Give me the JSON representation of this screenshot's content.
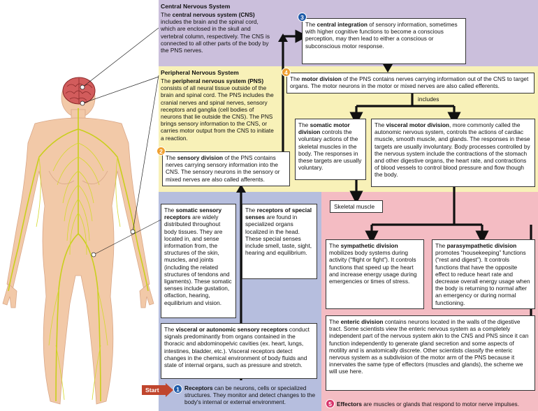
{
  "colors": {
    "cns_bg": "#cbbfdc",
    "pns_bg": "#f8f1b8",
    "sensory_bg": "#b6bede",
    "effector_bg": "#f4bcc3",
    "skin": "#f2c9a8",
    "nerve": "#d4d92c",
    "brain": "#d25c5c",
    "arrow": "#111111",
    "start": "#c0452d"
  },
  "cns": {
    "title": "Central Nervous System",
    "lead": "The ",
    "bold": "central nervous system (CNS)",
    "rest": " includes the brain and the spinal cord, which are enclosed in the skull and vertebral column, respectively. The CNS is connected to all other parts of the body by the PNS nerves."
  },
  "pns": {
    "title": "Peripheral Nervous System",
    "lead": "The ",
    "bold": "peripheral nervous system (PNS)",
    "rest": " consists of all neural tissue outside of the brain and spinal cord. The PNS includes the cranial nerves and spinal nerves, sensory receptors and ganglia (cell bodies of neurons that lie outside the CNS). The PNS brings sensory information to the CNS, or carries motor output from the CNS to initiate a reaction."
  },
  "step2": {
    "num": "2",
    "lead": "The ",
    "bold": "sensory division",
    "rest": " of the PNS contains nerves carrying sensory information into the CNS. The sensory neurons in the sensory or mixed nerves are also called afferents."
  },
  "step3": {
    "num": "3",
    "lead": "The ",
    "bold": "central integration",
    "rest": " of sensory information, sometimes with higher cognitive functions to become a conscious perception, may then lead to either a conscious or subconscious motor response."
  },
  "step4": {
    "num": "4",
    "lead": "The ",
    "bold": "motor division",
    "rest": " of the PNS contains nerves carrying information out of the CNS to target organs. The motor neurons in the motor or mixed nerves are also called efferents."
  },
  "includes": "includes",
  "somatic_motor": {
    "lead": "The ",
    "bold": "somatic motor division",
    "rest": " controls the voluntary actions of the skeletal muscles in the body. The responses in these targets are usually voluntary."
  },
  "visceral_motor": {
    "lead": "The ",
    "bold": "visceral motor division",
    "rest": ", more commonly called the autonomic nervous system, controls the actions of cardiac muscle, smooth muscle, and glands. The responses in these targets are usually involuntary. Body processes controlled by the nervous system include the contractions of the stomach and other digestive organs, the heart rate, and contractions of blood vessels to control blood pressure and flow though the body."
  },
  "skeletal_muscle": "Skeletal muscle",
  "somatic_sensory": {
    "lead": "The ",
    "bold": "somatic sensory receptors",
    "rest": " are widely distributed throughout body tissues. They are located in, and sense information from, the structures of the skin, muscles, and joints (including the related structures of tendons and ligaments). These somatic senses include gustation, olfaction, hearing, equilibrium and vision."
  },
  "special_senses": {
    "lead": "The ",
    "bold": "receptors of special senses",
    "rest": " are found in specialized organs localized in the head. These special senses include smell, taste, sight, hearing and equilibrium."
  },
  "visceral_sensory": {
    "lead": "The ",
    "bold": "visceral or autonomic sensory receptors",
    "rest": " conduct signals predominantly from organs contained in the thoracic and abdominopelvic cavities (ex. heart, lungs, intestines, bladder, etc.). Visceral receptors detect changes in the chemical environment of body fluids and state of internal organs, such as pressure and stretch."
  },
  "sympathetic": {
    "lead": "The ",
    "bold": "sympathetic division",
    "rest": " mobilizes body systems during activity (“flight or fight”). It controls functions that speed up the heart and increase energy usage during emergencies or times of stress."
  },
  "parasympathetic": {
    "lead": "The ",
    "bold": "parasympathetic division",
    "rest": " promotes “housekeeping” functions (“rest and digest”). It controls functions that have the opposite effect to reduce heart rate and decrease overall energy usage when the body is returning to normal after an emergency or during normal functioning."
  },
  "enteric": {
    "lead": "The ",
    "bold": "enteric division",
    "rest": " contains neurons located in the walls of the digestive tract. Some scientists view the enteric nervous system as a completely independent part of the nervous system akin to the CNS and PNS since it can function independently to generate gland secretion and some aspects of motility and is anatomically discrete. Other scientists classify the enteric nervous system as a subdivision of the motor arm of the PNS because it innervates the same type of effectors (muscles and glands), the scheme we will use here."
  },
  "step1": {
    "start": "Start",
    "num": "1",
    "bold": "Receptors",
    "rest": " can be neurons, cells or specialized structures. They monitor and detect changes to the body's internal or external environment."
  },
  "step5": {
    "num": "5",
    "bold": "Effectors",
    "rest": " are muscles or glands that respond to motor nerve impulses."
  },
  "icons": [
    "human-body-figure",
    "brain-icon",
    "start-arrow-icon"
  ]
}
